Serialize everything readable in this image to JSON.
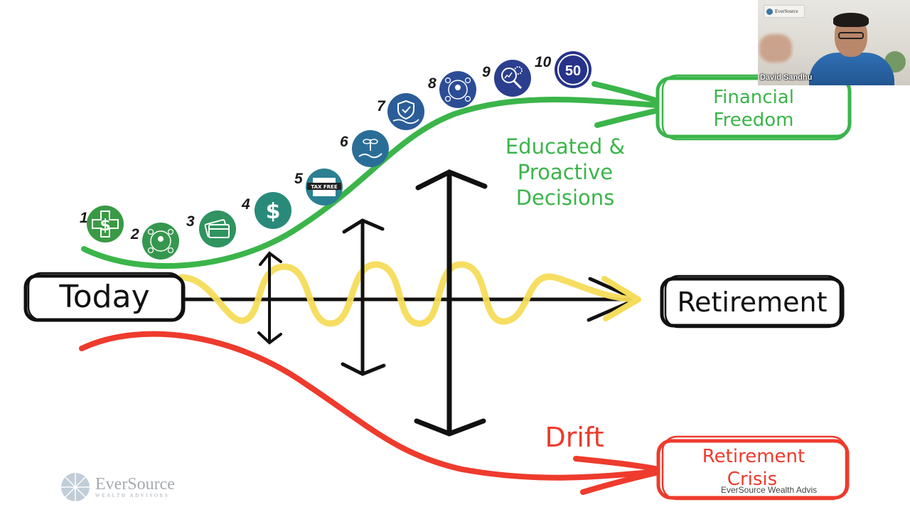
{
  "slide": {
    "start_label": "Today",
    "end_label": "Retirement",
    "top_goal_line1": "Financial",
    "top_goal_line2": "Freedom",
    "top_path_line1": "Educated &",
    "top_path_line2": "Proactive",
    "top_path_line3": "Decisions",
    "bottom_path_label": "Drift",
    "bottom_goal_line1": "Retirement",
    "bottom_goal_line2": "Crisis",
    "steps": [
      {
        "number": "1",
        "icon": "medical-dollar-icon",
        "color": "#3a9a44"
      },
      {
        "number": "2",
        "icon": "family-network-icon",
        "color": "#35974e"
      },
      {
        "number": "3",
        "icon": "credit-card-icon",
        "color": "#2f9460"
      },
      {
        "number": "4",
        "icon": "dollar-icon",
        "color": "#2a8a7a"
      },
      {
        "number": "5",
        "icon": "tax-free-icon",
        "color": "#2a8092"
      },
      {
        "number": "6",
        "icon": "hand-growth-icon",
        "color": "#2a6e98"
      },
      {
        "number": "7",
        "icon": "shield-hand-icon",
        "color": "#2b5d98"
      },
      {
        "number": "8",
        "icon": "people-network-icon",
        "color": "#2c4c94"
      },
      {
        "number": "9",
        "icon": "analytics-gear-icon",
        "color": "#2b3f8e"
      },
      {
        "number": "10",
        "icon": "badge-50-icon",
        "color": "#27338a",
        "badge_text": "50"
      }
    ],
    "step4_symbol": "$",
    "step5_banner": "TAX FREE",
    "colors": {
      "green": "#3bb54a",
      "red": "#ee3b2d",
      "yellow": "#f5dc5a",
      "ink": "#111111"
    }
  },
  "video": {
    "participant_name": "David Sandhu",
    "wall_logo_text": "EverSource"
  },
  "footer": {
    "brand": "EverSource",
    "tagline": "WEALTH ADVISORS",
    "watermark": "EverSource Wealth Advis"
  }
}
